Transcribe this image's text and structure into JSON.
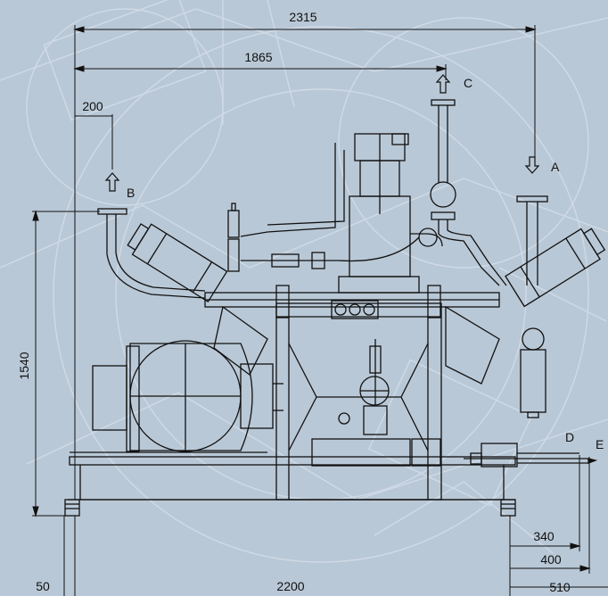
{
  "drawing": {
    "colors": {
      "background": "#b9c8d6",
      "line": "#111111",
      "watermark": "#d6e0ea"
    },
    "dimensions": {
      "overall_width": "2315",
      "inner_width": "1865",
      "left_offset": "200",
      "height": "1540",
      "foot": "50",
      "base_length": "2200",
      "right_340": "340",
      "right_400": "400",
      "right_510": "510"
    },
    "connections": {
      "a": "A",
      "b": "B",
      "c": "C",
      "d": "D",
      "e": "E"
    }
  }
}
